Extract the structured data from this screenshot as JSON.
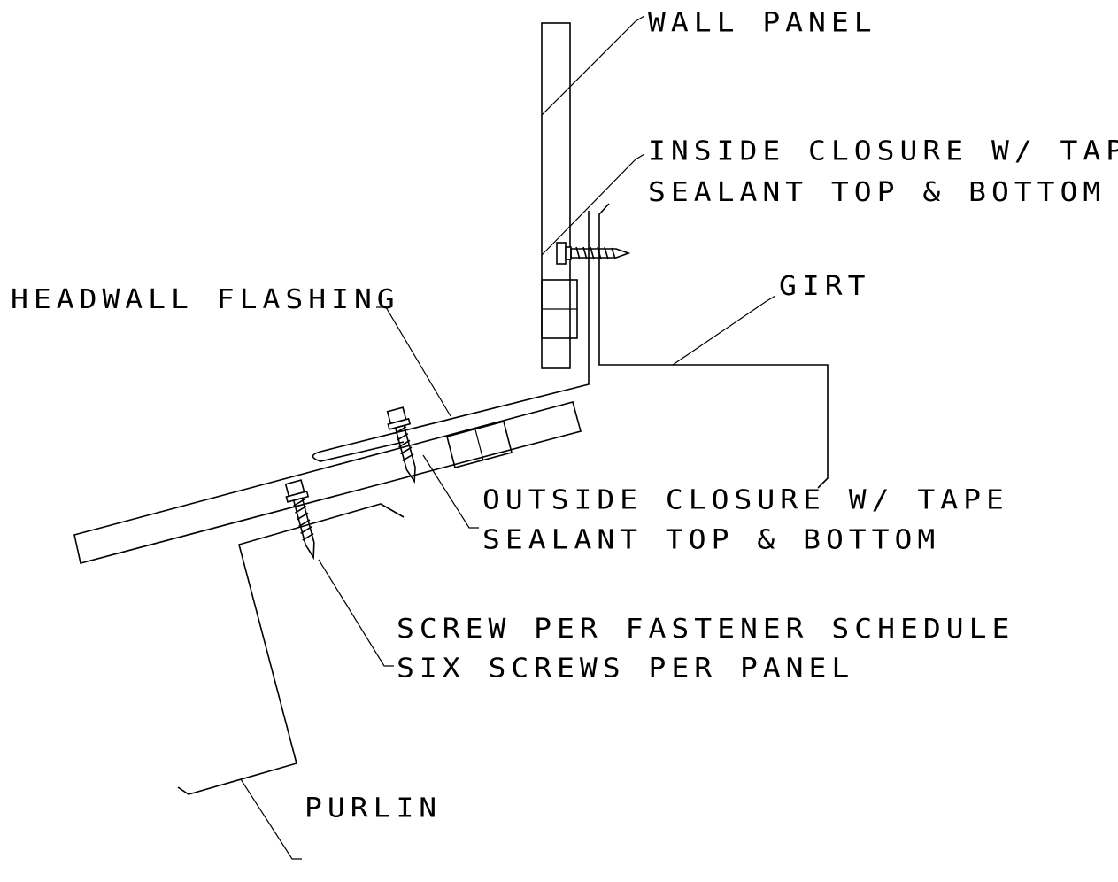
{
  "labels": {
    "wall_panel": "WALL PANEL",
    "inside_closure_1": "INSIDE CLOSURE W/ TAPE",
    "inside_closure_2": "SEALANT TOP & BOTTOM",
    "headwall_flashing": "HEADWALL FLASHING",
    "girt": "GIRT",
    "outside_closure_1": "OUTSIDE CLOSURE W/ TAPE",
    "outside_closure_2": "SEALANT TOP & BOTTOM",
    "screw_1": "SCREW PER FASTENER SCHEDULE",
    "screw_2": "SIX SCREWS PER PANEL",
    "purlin": "PURLIN"
  },
  "colors": {
    "line": "#000000",
    "background": "#ffffff"
  }
}
